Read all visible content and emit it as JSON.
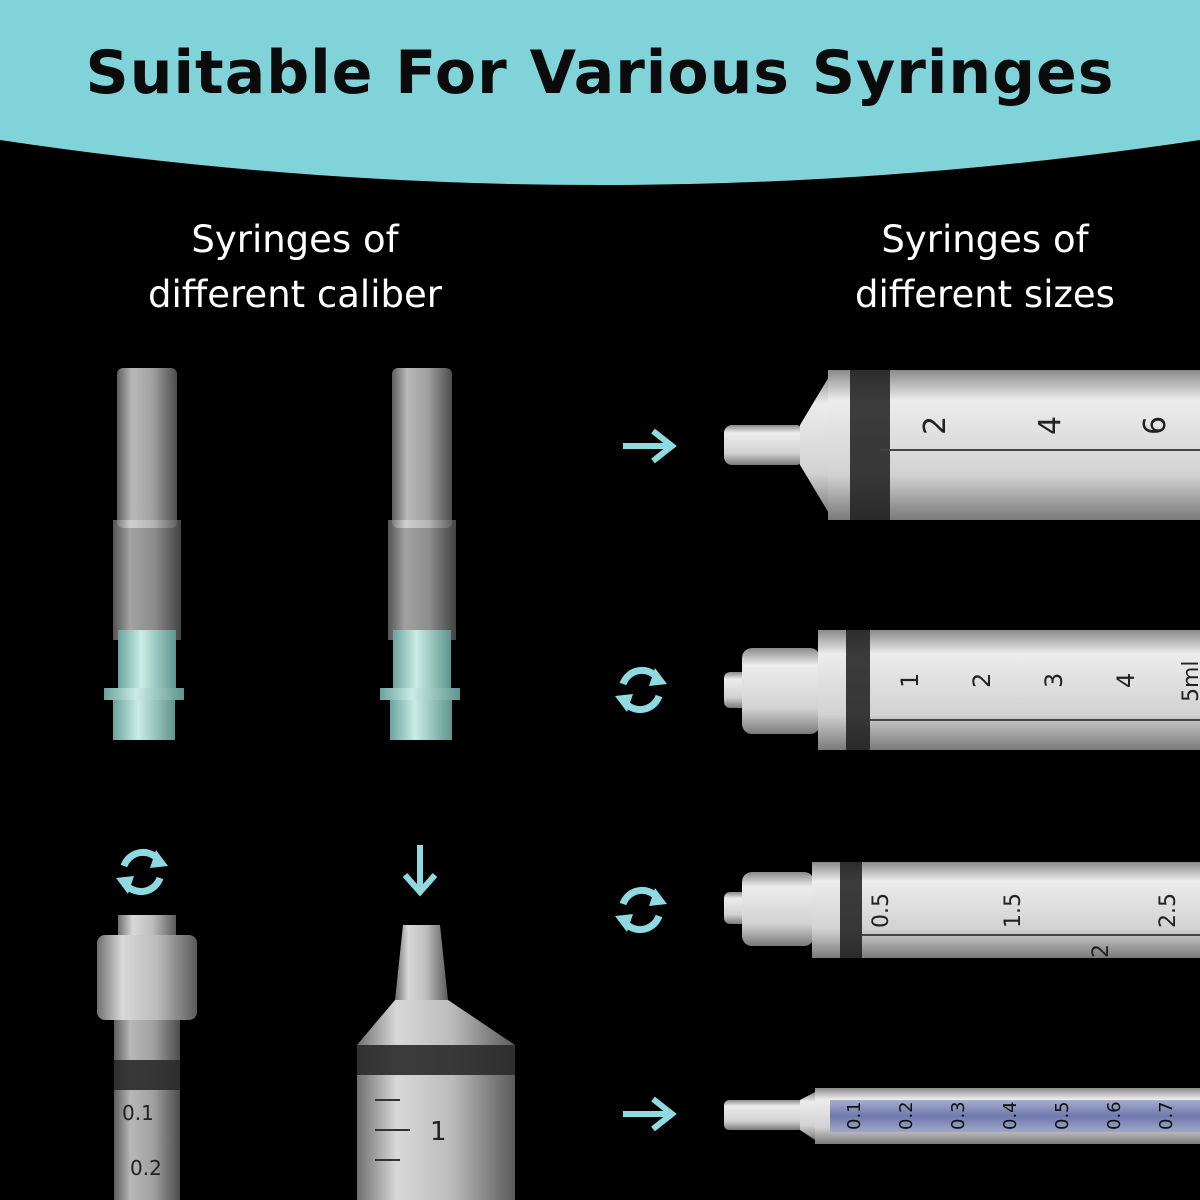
{
  "title": "Suitable For Various Syringes",
  "left_heading": {
    "line1": "Syringes of",
    "line2": "different caliber"
  },
  "right_heading": {
    "line1": "Syringes of",
    "line2": "different sizes"
  },
  "colors": {
    "banner": "#7fd3d9",
    "accent_icon": "#8fd9e0",
    "background": "#000000"
  },
  "icons": [
    "arrow-right-icon",
    "rotate-icon",
    "arrow-down-icon"
  ],
  "syringe_scales": {
    "s1": [
      "2",
      "4",
      "6"
    ],
    "s2": [
      "1",
      "2",
      "3",
      "4",
      "5ml"
    ],
    "s3": [
      "0.5",
      "1.5",
      "2",
      "2.5"
    ],
    "s4": [
      "0.1",
      "0.2",
      "0.3",
      "0.4",
      "0.5",
      "0.6",
      "0.7"
    ],
    "bottom_left": [
      "0.1",
      "0.2"
    ],
    "bottom_mid": [
      "1"
    ]
  }
}
